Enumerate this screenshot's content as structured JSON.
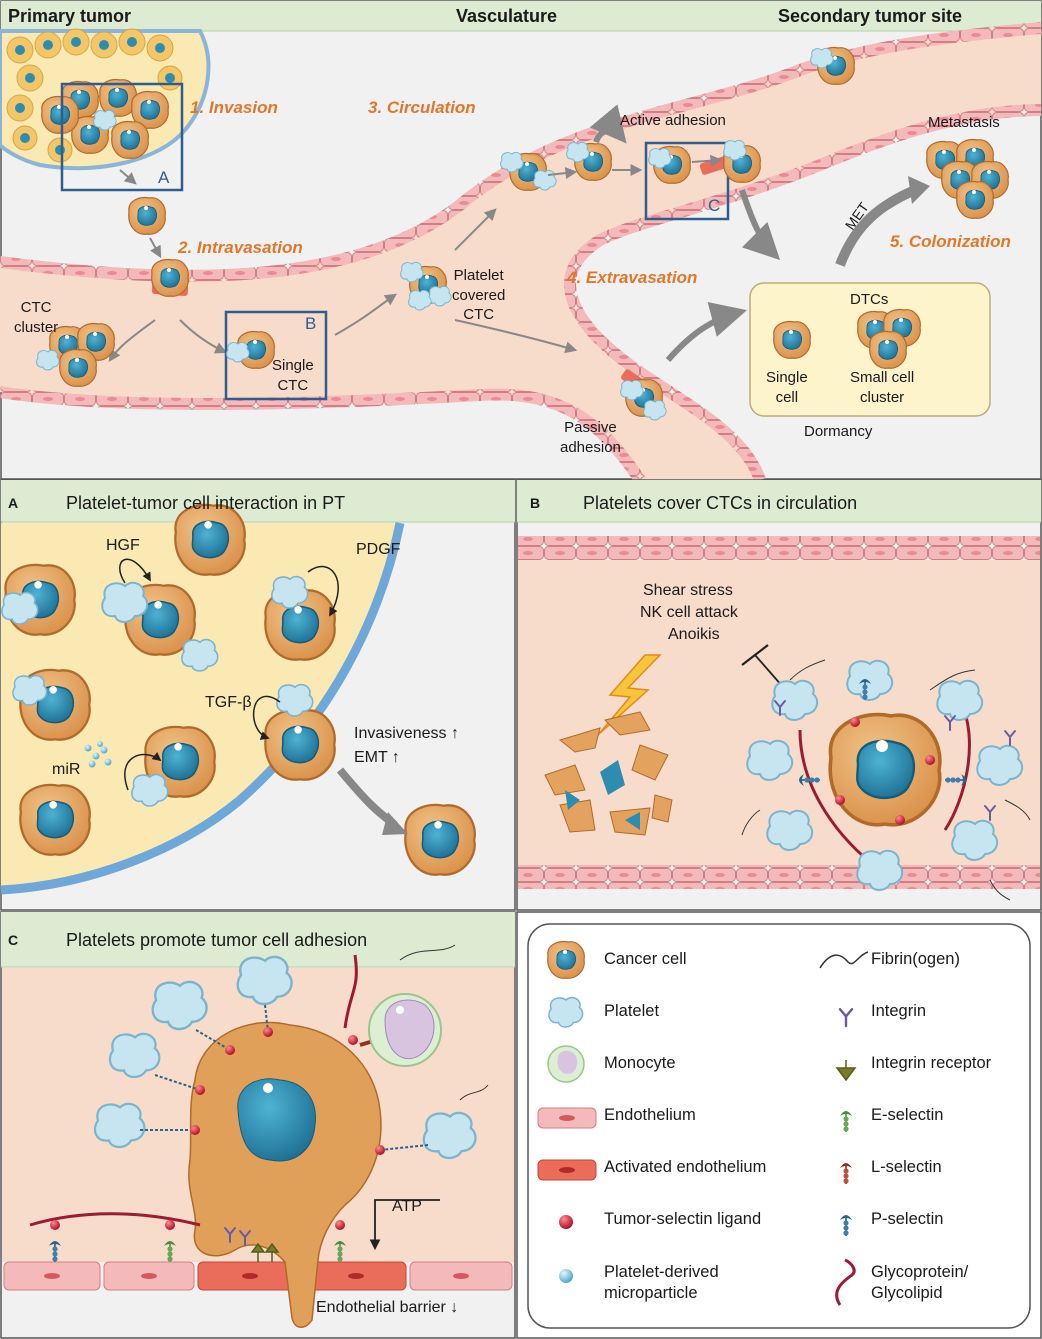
{
  "overview": {
    "headers": {
      "primary": "Primary tumor",
      "vasculature": "Vasculature",
      "secondary": "Secondary tumor site"
    },
    "steps": {
      "invasion": "1. Invasion",
      "intravasation": "2. Intravasation",
      "circulation": "3. Circulation",
      "extravasation": "4. Extravasation",
      "colonization": "5. Colonization"
    },
    "boxes": {
      "a": "A",
      "b": "B",
      "c": "C"
    },
    "labels": {
      "ctc_cluster": "CTC\ncluster",
      "single_ctc": "Single\nCTC",
      "platelet_covered": "Platelet\ncovered\nCTC",
      "active_adhesion": "Active adhesion",
      "passive_adhesion": "Passive\nadhesion",
      "metastasis": "Metastasis",
      "met": "MET",
      "dtcs": "DTCs",
      "single_cell": "Single\ncell",
      "small_cluster": "Small cell\ncluster",
      "dormancy": "Dormancy"
    }
  },
  "panel_a": {
    "letter": "A",
    "title": "Platelet-tumor cell interaction in PT",
    "labels": {
      "hgf": "HGF",
      "pdgf": "PDGF",
      "tgfb": "TGF-β",
      "mir": "miR",
      "invasiveness": "Invasiveness ↑",
      "emt": "EMT ↑"
    }
  },
  "panel_b": {
    "letter": "B",
    "title": "Platelets cover CTCs in circulation",
    "stress": [
      "Shear stress",
      "NK cell attack",
      "Anoikis"
    ]
  },
  "panel_c": {
    "letter": "C",
    "title": "Platelets promote tumor cell adhesion",
    "labels": {
      "atp": "ATP",
      "barrier": "Endothelial barrier ↓"
    }
  },
  "legend": {
    "left": [
      {
        "label": "Cancer cell",
        "icon": "cancer-cell-icon"
      },
      {
        "label": "Platelet",
        "icon": "platelet-icon"
      },
      {
        "label": "Monocyte",
        "icon": "monocyte-icon"
      },
      {
        "label": "Endothelium",
        "icon": "endothelium-icon"
      },
      {
        "label": "Activated endothelium",
        "icon": "activated-endothelium-icon"
      },
      {
        "label": "Tumor-selectin ligand",
        "icon": "tumor-selectin-ligand-icon"
      },
      {
        "label": "Platelet-derived\nmicroparticle",
        "icon": "microparticle-icon"
      }
    ],
    "right": [
      {
        "label": "Fibrin(ogen)",
        "icon": "fibrin-icon"
      },
      {
        "label": "Integrin",
        "icon": "integrin-icon"
      },
      {
        "label": "Integrin receptor",
        "icon": "integrin-receptor-icon"
      },
      {
        "label": "E-selectin",
        "icon": "e-selectin-icon"
      },
      {
        "label": "L-selectin",
        "icon": "l-selectin-icon"
      },
      {
        "label": "P-selectin",
        "icon": "p-selectin-icon"
      },
      {
        "label": "Glycoprotein/\nGlycolipid",
        "icon": "glycoprotein-icon"
      }
    ]
  },
  "colors": {
    "header_bg": "#dcebd2",
    "panel_bg": "#f1f1f1",
    "vessel": "#f8dccb",
    "endothelium": "#f4b9bb",
    "activated": "#ea6c5a",
    "cancer": "#e3a35e",
    "nucleus": "#2d8db0",
    "platelet": "#bfe1ee",
    "step_orange": "#e0782a",
    "box_blue": "#2f5d8e"
  }
}
